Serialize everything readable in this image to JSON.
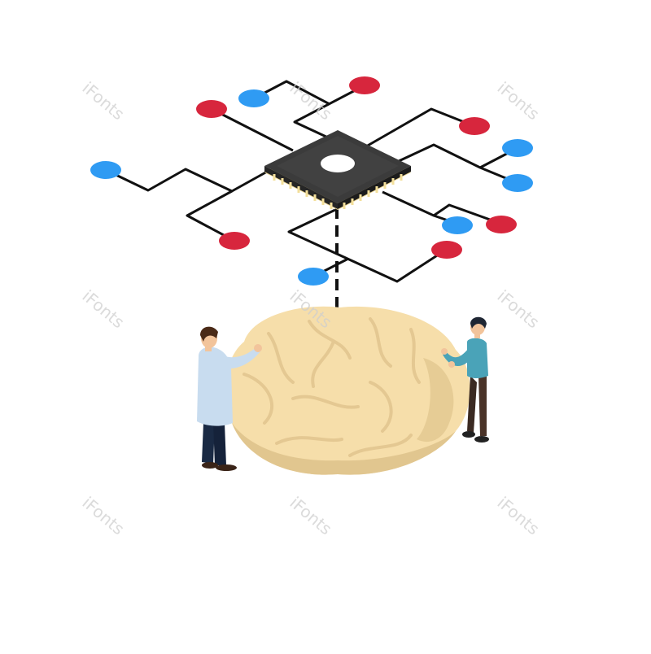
{
  "watermarks": [
    "iFonts",
    "iFonts",
    "iFonts",
    "iFonts",
    "iFonts",
    "iFonts",
    "iFonts",
    "iFonts",
    "iFonts"
  ],
  "colors": {
    "node_blue": "#2f9bf3",
    "node_red": "#d7263d",
    "circuit_line": "#111111",
    "chip_body": "#3b3b3b",
    "chip_pin": "#f3df9a",
    "brain": "#f6deaa",
    "brain_shadow": "#e1c68f",
    "scientist_coat": "#c8dcef",
    "woman_top": "#4aa3b8"
  },
  "icons": {
    "chip": "microchip-icon",
    "brain": "brain-icon",
    "scientist": "scientist-figure",
    "woman": "woman-figure"
  }
}
